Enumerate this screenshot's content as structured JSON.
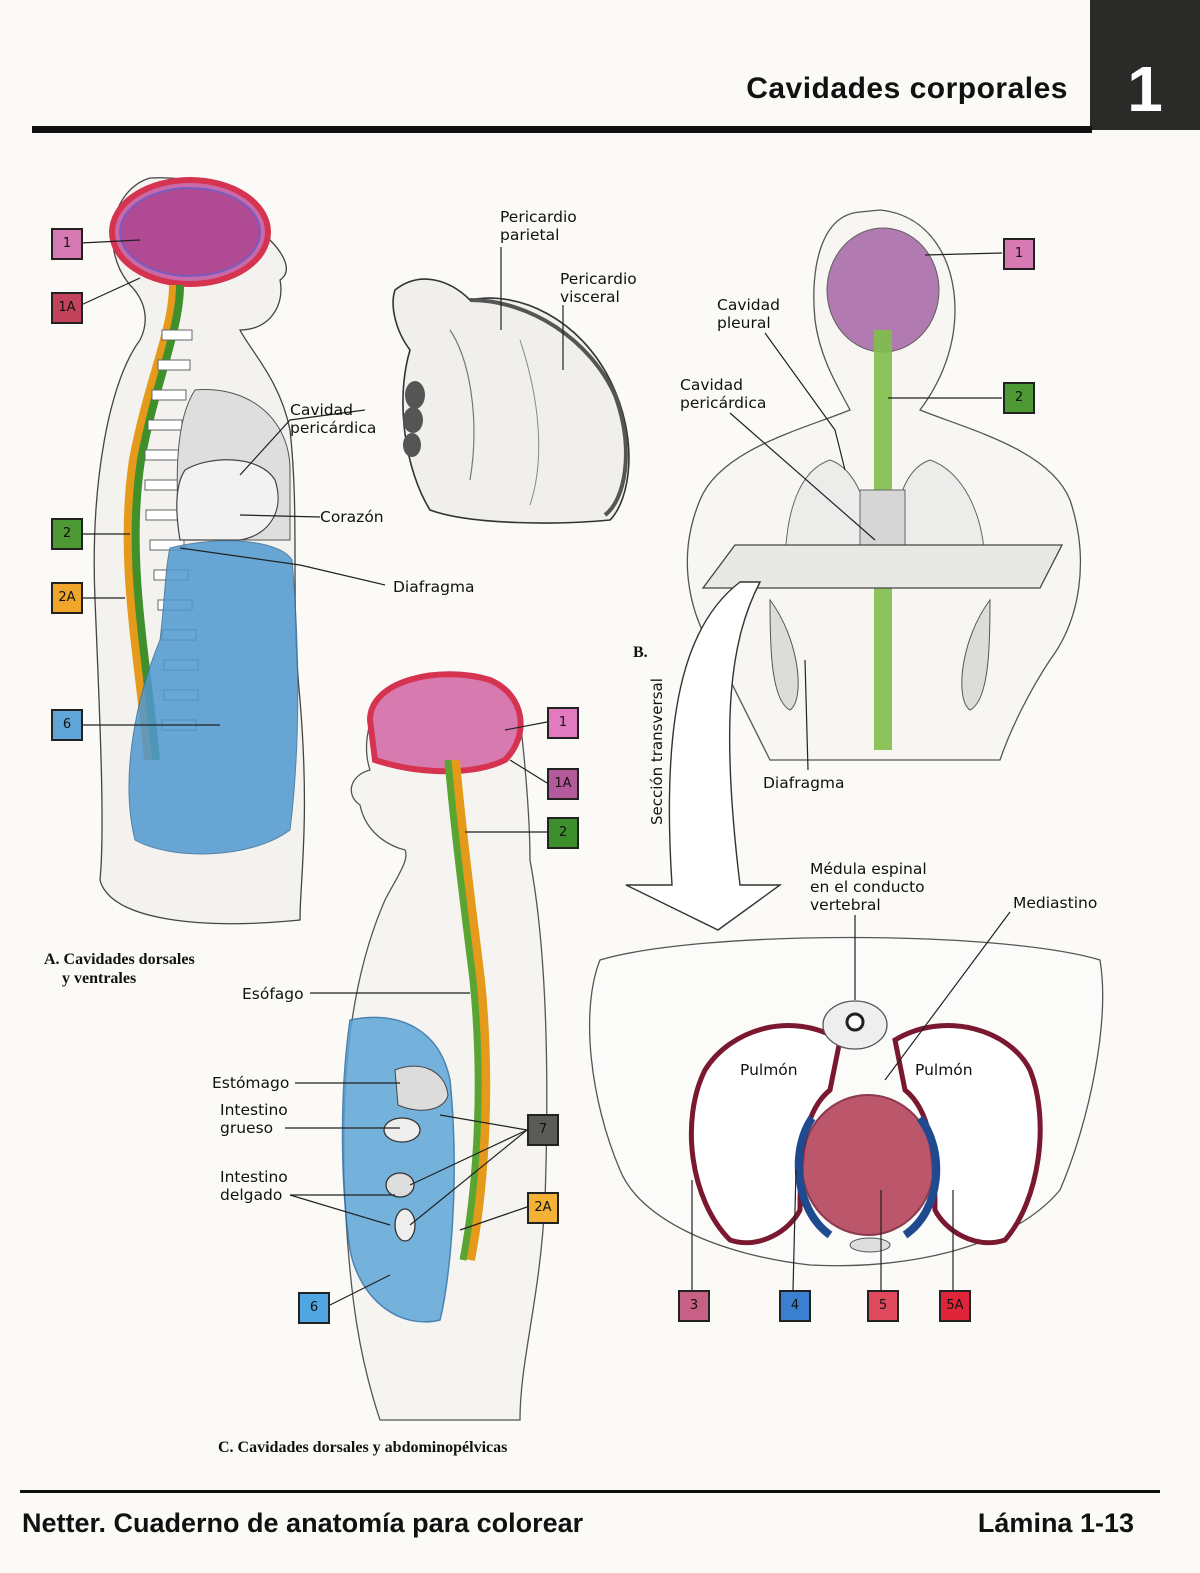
{
  "header": {
    "title": "Cavidades corporales",
    "chapter_number": "1"
  },
  "footer": {
    "book_title": "Netter. Cuaderno de anatomía para colorear",
    "plate": "Lámina 1-13"
  },
  "figure_a": {
    "caption_line1": "A. Cavidades dorsales",
    "caption_line2": "y ventrales",
    "labels": {
      "pericardial_cavity_1": "Cavidad",
      "pericardial_cavity_2": "pericárdica",
      "heart": "Corazón",
      "diaphragm": "Diafragma"
    },
    "keys": [
      "1",
      "1A",
      "2",
      "2A",
      "6"
    ]
  },
  "figure_heart": {
    "parietal_1": "Pericardio",
    "parietal_2": "parietal",
    "visceral_1": "Pericardio",
    "visceral_2": "visceral"
  },
  "figure_b": {
    "caption": "B.",
    "labels": {
      "pleural_1": "Cavidad",
      "pleural_2": "pleural",
      "pericardial_1": "Cavidad",
      "pericardial_2": "pericárdica",
      "diaphragm": "Diafragma",
      "section": "Sección transversal"
    },
    "keys": [
      "1",
      "2"
    ]
  },
  "figure_cross_section": {
    "spinal_1": "Médula espinal",
    "spinal_2": "en el conducto",
    "spinal_3": "vertebral",
    "mediastinum": "Mediastino",
    "lung_left": "Pulmón",
    "lung_right": "Pulmón",
    "keys": [
      "3",
      "4",
      "5",
      "5A"
    ]
  },
  "figure_c": {
    "caption": "C. Cavidades dorsales y abdominopélvicas",
    "labels": {
      "esophagus": "Esófago",
      "stomach": "Estómago",
      "large_int_1": "Intestino",
      "large_int_2": "grueso",
      "small_int_1": "Intestino",
      "small_int_2": "delgado"
    },
    "keys": [
      "1",
      "1A",
      "2",
      "7",
      "2A",
      "6"
    ]
  },
  "colors": {
    "brain": "#b04a92",
    "brain_membrane": "#d5334f",
    "spinal_green": "#3f8f2a",
    "spinal_orange": "#e59a1c",
    "abdominal_blue": "#4f98d0",
    "heart_red": "#b23a52",
    "pleura_maroon": "#7a1830",
    "pericardium_blue": "#1f4a8f"
  }
}
